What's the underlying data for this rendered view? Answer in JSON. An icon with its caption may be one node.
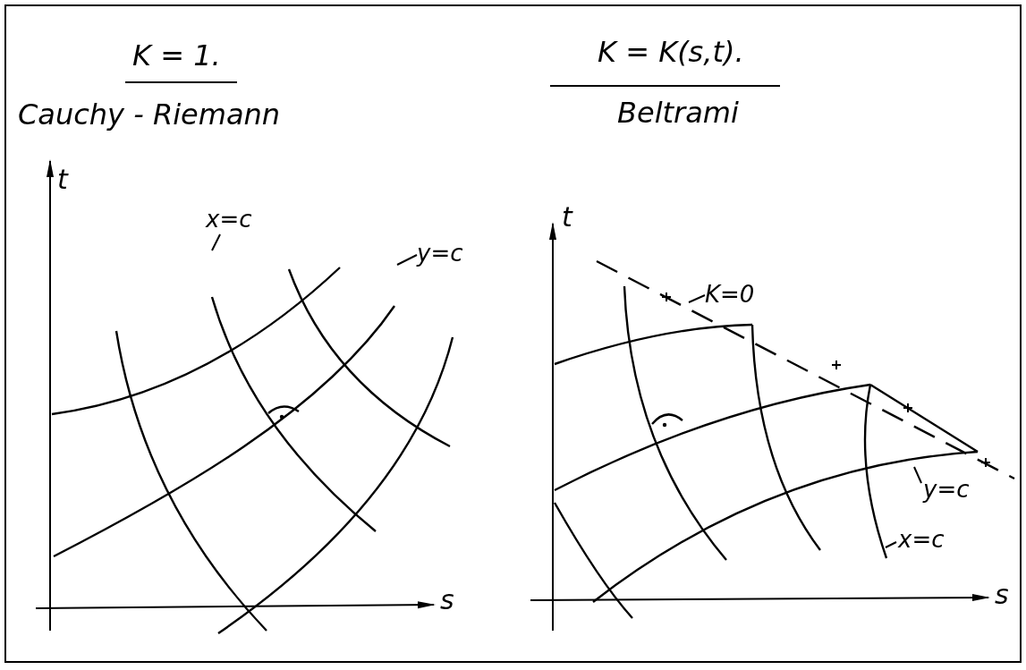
{
  "diagram": {
    "nodes": [
      {
        "text": [
          "x=c"
        ]
      },
      {
        "text": [
          "y=c"
        ]
      },
      {
        "text": [
          "K=0"
        ]
      },
      {
        "text": [
          "y=c"
        ]
      },
      {
        "text": [
          "x=c"
        ]
      }
    ],
    "edges": [
      {
        "from": 0,
        "to": null,
        "arrow": "none"
      },
      {
        "from": 1,
        "to": null,
        "arrow": "none"
      },
      {
        "from": 2,
        "to": null,
        "arrow": "none"
      },
      {
        "from": 3,
        "to": null,
        "arrow": "none"
      },
      {
        "from": 4,
        "to": null,
        "arrow": "none"
      }
    ],
    "labels": [
      "K = 1.",
      "K = K(s,t).",
      "Cauchy - Riemann",
      "Beltrami",
      "t",
      "t",
      "s",
      "s"
    ]
  }
}
